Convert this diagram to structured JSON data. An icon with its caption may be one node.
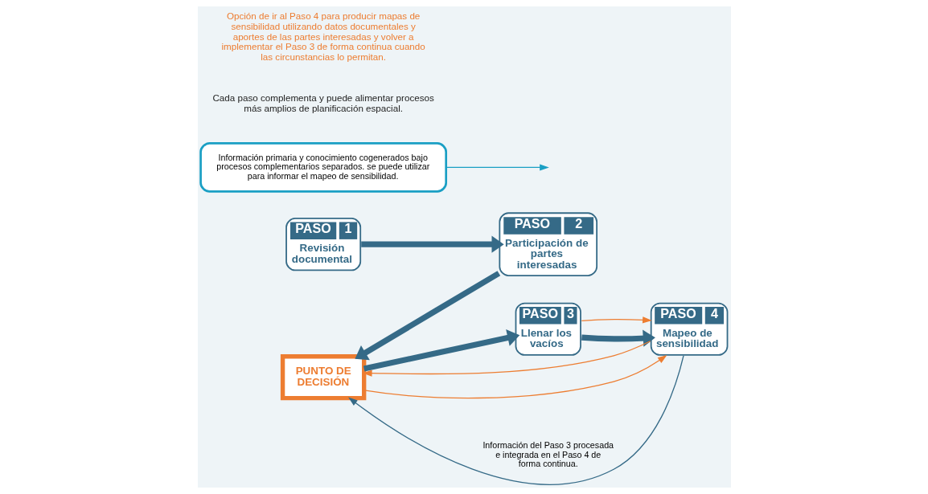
{
  "diagram": {
    "nodes": [
      {
        "text": [
          "PASO",
          "1",
          "Revisión documental"
        ]
      },
      {
        "text": [
          "PASO",
          "2",
          "Participación de partes interesadas"
        ]
      },
      {
        "text": [
          "PUNTO DE DECISIÓN"
        ]
      },
      {
        "text": [
          "PASO",
          "3",
          "Llenar los vacíos"
        ]
      },
      {
        "text": [
          "PASO",
          "4",
          "Mapeo de sensibilidad"
        ]
      },
      {
        "text": [
          "Información primaria y conocimiento cogenerados bajo procesos complementarios separados. se puede utilizar para informar el mapeo de sensibilidad."
        ]
      }
    ],
    "edges": [
      {
        "from": 0,
        "to": 1,
        "arrow": "to",
        "style": "thick"
      },
      {
        "from": 1,
        "to": 2,
        "arrow": "to",
        "style": "thick"
      },
      {
        "from": 2,
        "to": 3,
        "arrow": "to",
        "style": "thick"
      },
      {
        "from": 3,
        "to": 4,
        "arrow": "to",
        "style": "thick"
      },
      {
        "from": 4,
        "to": 2,
        "arrow": "to",
        "label": "Información del Paso 3 procesada e integrada en el Paso 4 de forma continua."
      },
      {
        "from": 4,
        "to": 2,
        "arrow": "to",
        "color": "#ed7d31"
      },
      {
        "from": 2,
        "to": 4,
        "arrow": "to",
        "color": "#ed7d31"
      },
      {
        "from": 3,
        "to": 4,
        "arrow": "to",
        "color": "#ed7d31"
      },
      {
        "from": 5,
        "to": null,
        "arrow": "to",
        "color": "#1a9fc4"
      }
    ],
    "labels": [
      "Cada paso complementa y puede alimentar procesos más amplios de planificación espacial.",
      "Opción de ir al Paso 4 para producir mapas de sensibilidad utilizando datos documentales y aportes de las partes interesadas y volver a implementar el Paso 3 de forma continua cuando las circunstancias lo permitan."
    ]
  }
}
